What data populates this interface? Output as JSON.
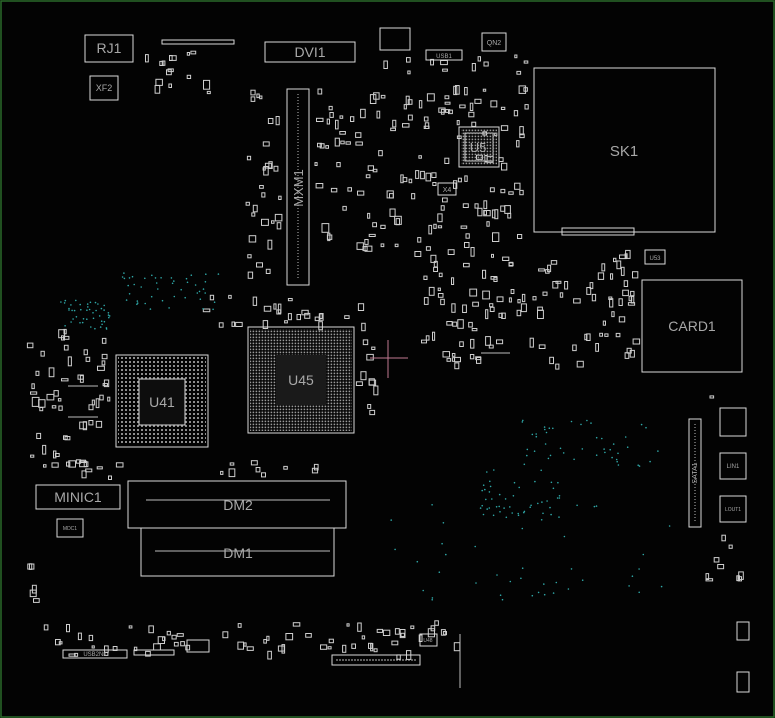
{
  "components": [
    {
      "id": "rj1",
      "text": "RJ1"
    },
    {
      "id": "xf2",
      "text": "XF2"
    },
    {
      "id": "dvi1",
      "text": "DVI1"
    },
    {
      "id": "qn2",
      "text": "QN2"
    },
    {
      "id": "usb1",
      "text": "USB1"
    },
    {
      "id": "sk1",
      "text": "SK1"
    },
    {
      "id": "u5",
      "text": "U5"
    },
    {
      "id": "x4",
      "text": "X4"
    },
    {
      "id": "mxm1",
      "text": "MXM1"
    },
    {
      "id": "u53",
      "text": "U53"
    },
    {
      "id": "card1",
      "text": "CARD1"
    },
    {
      "id": "u45",
      "text": "U45"
    },
    {
      "id": "u41",
      "text": "U41"
    },
    {
      "id": "minic1",
      "text": "MINIC1"
    },
    {
      "id": "dm2",
      "text": "DM2"
    },
    {
      "id": "dm1",
      "text": "DM1"
    },
    {
      "id": "sata1",
      "text": "SATA1"
    },
    {
      "id": "lin1",
      "text": "LIN1"
    },
    {
      "id": "lout1",
      "text": "LOUT1"
    },
    {
      "id": "u48",
      "text": "U48"
    },
    {
      "id": "usb2",
      "text": "USB2N1"
    },
    {
      "id": "mdc1",
      "text": "MDC1"
    }
  ]
}
